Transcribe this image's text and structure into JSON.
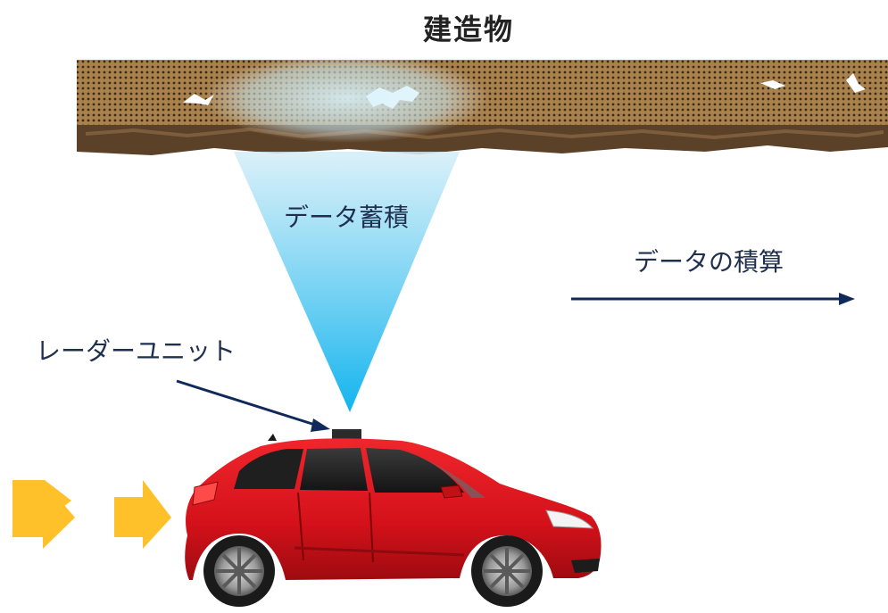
{
  "diagram": {
    "title": "建造物",
    "labels": {
      "data_accumulation": "データ蓄積",
      "data_integration": "データの積算",
      "radar_unit": "レーダーユニット"
    },
    "colors": {
      "structure_top": "#b08a55",
      "structure_bottom": "#5e4328",
      "beam_top": "#c8e9f5",
      "beam_bottom": "#19b6ee",
      "arrow": "#0f2a5a",
      "car_body": "#d8121b",
      "chevron": "#ffc12a"
    },
    "icons": {
      "car": "red-car-icon",
      "direction": "chevron-right-icon"
    }
  }
}
